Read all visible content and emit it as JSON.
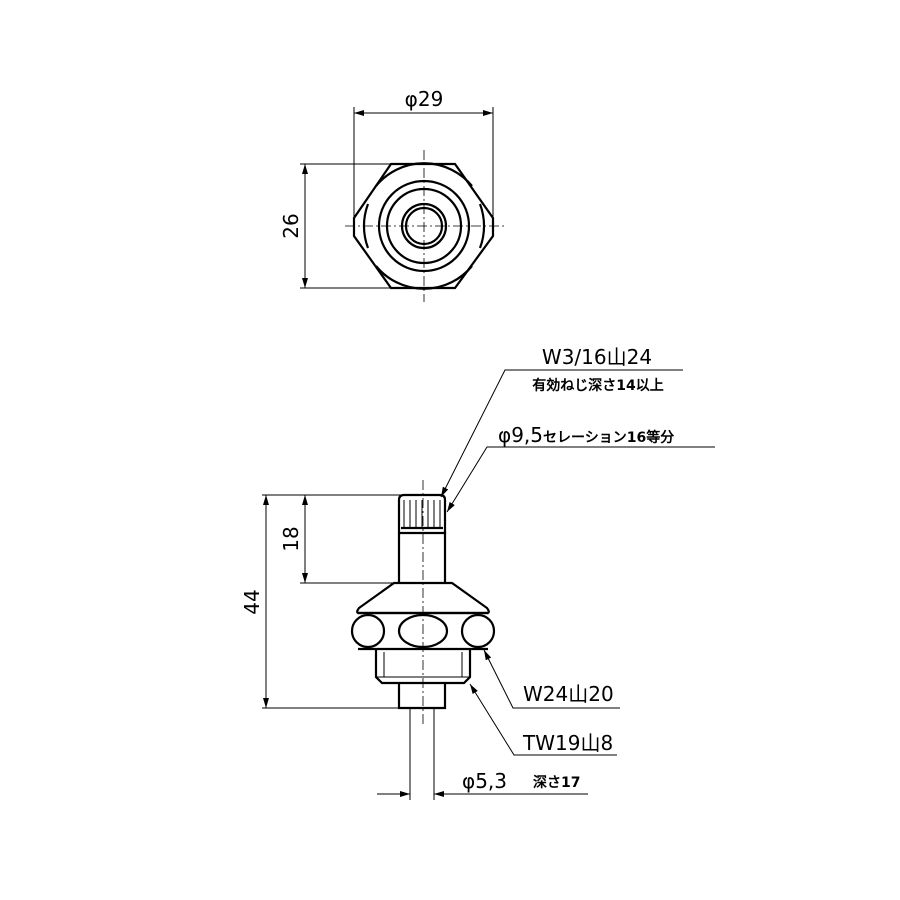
{
  "top_view": {
    "width_dim": "φ29",
    "height_dim": "26"
  },
  "side_view": {
    "height_total_dim": "44",
    "height_spline_dim": "18",
    "thread_callout": "W3/16山24",
    "thread_note": "有効ねじ深さ14以上",
    "serration_callout_prefix": "φ9,5",
    "serration_callout_suffix": "セレーション16等分",
    "nut_thread_callout": "W24山20",
    "lower_thread_callout": "TW19山8",
    "bore_dim": "φ5,3",
    "bore_depth": "深さ17"
  },
  "colors": {
    "line": "#000000",
    "background": "#ffffff"
  }
}
